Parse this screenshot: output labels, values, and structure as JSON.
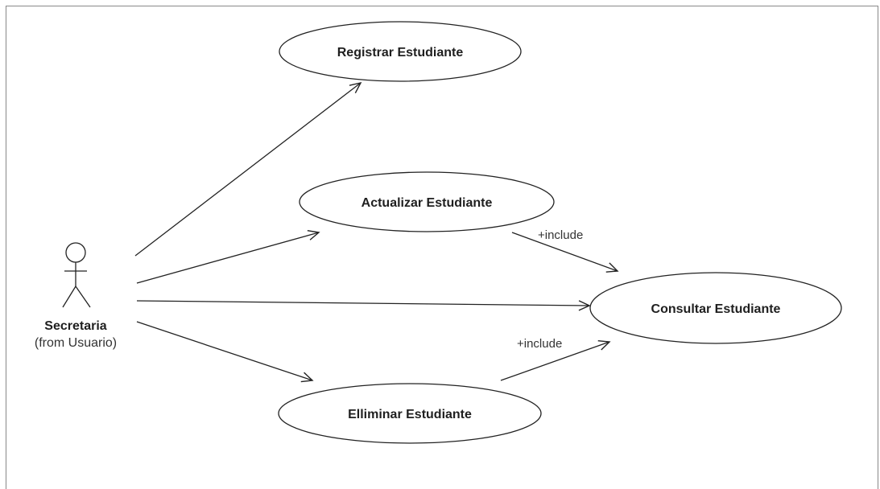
{
  "actor": {
    "name": "Secretaria",
    "origin": "(from Usuario)"
  },
  "use_cases": {
    "registrar": "Registrar Estudiante",
    "actualizar": "Actualizar Estudiante",
    "consultar": "Consultar Estudiante",
    "eliminar": "Elliminar Estudiante"
  },
  "relations": {
    "include_top": "+include",
    "include_bottom": "+include"
  },
  "colors": {
    "line": "#222222",
    "frame": "#888888",
    "fill": "#ffffff"
  }
}
